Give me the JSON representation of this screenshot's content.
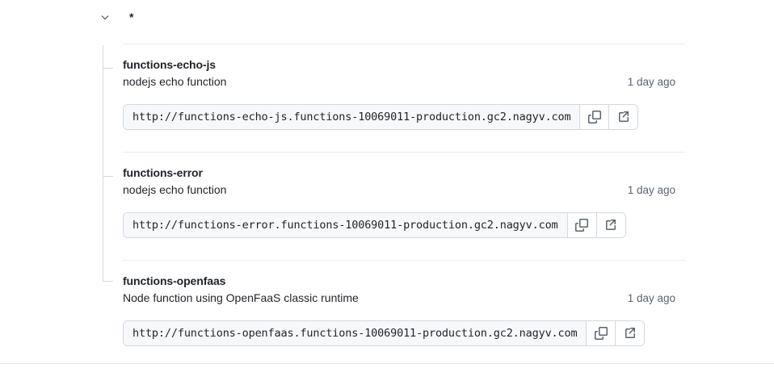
{
  "header": {
    "chevron_icon": "chevron-down-icon",
    "expanded": true,
    "branch_pattern": "*"
  },
  "deployments": [
    {
      "name": "functions-echo-js",
      "description": "nodejs echo function",
      "timestamp": "1 day ago",
      "url": "http://functions-echo-js.functions-10069011-production.gc2.nagyv.com",
      "copy_icon": "copy-icon",
      "external_link_icon": "external-link-icon"
    },
    {
      "name": "functions-error",
      "description": "nodejs echo function",
      "timestamp": "1 day ago",
      "url": "http://functions-error.functions-10069011-production.gc2.nagyv.com",
      "copy_icon": "copy-icon",
      "external_link_icon": "external-link-icon"
    },
    {
      "name": "functions-openfaas",
      "description": "Node function using OpenFaaS classic runtime",
      "timestamp": "1 day ago",
      "url": "http://functions-openfaas.functions-10069011-production.gc2.nagyv.com",
      "copy_icon": "copy-icon",
      "external_link_icon": "external-link-icon"
    }
  ],
  "colors": {
    "text_primary": "#1f2328",
    "text_muted": "#59636e",
    "border": "#d1d9e0",
    "separator": "#e8ebef",
    "field_background": "#f6f8fa",
    "surface": "#ffffff"
  }
}
